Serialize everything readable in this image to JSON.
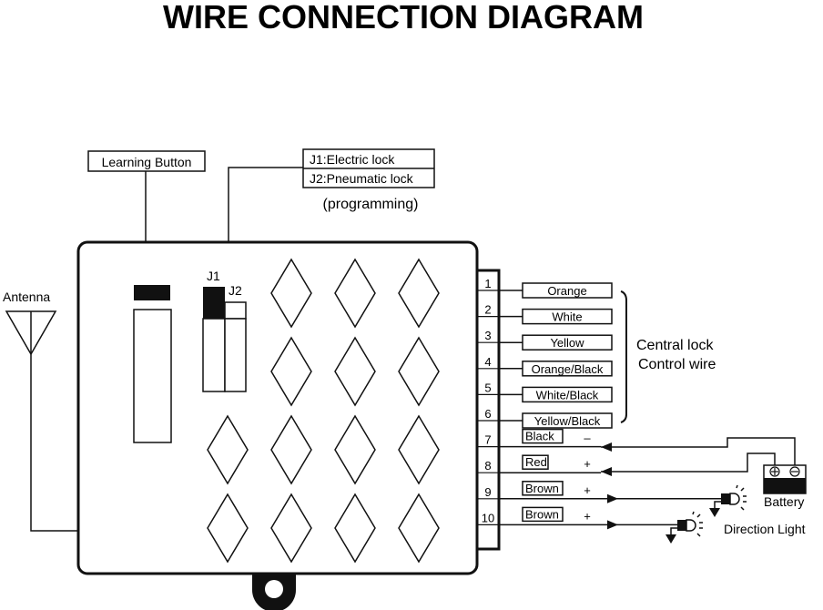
{
  "title": "WIRE CONNECTION DIAGRAM",
  "callouts": {
    "learning_button": "Learning Button",
    "jumper_line1": "J1:Electric lock",
    "jumper_line2": "J2:Pneumatic lock",
    "programming": "(programming)"
  },
  "module": {
    "jumper_labels": [
      "J1",
      "J2"
    ]
  },
  "antenna": {
    "label": "Antenna"
  },
  "central_lock_group": {
    "line1": "Central lock",
    "line2": "Control wire"
  },
  "wires": [
    {
      "pin": "1",
      "color": "Orange",
      "sign": ""
    },
    {
      "pin": "2",
      "color": "White",
      "sign": ""
    },
    {
      "pin": "3",
      "color": "Yellow",
      "sign": ""
    },
    {
      "pin": "4",
      "color": "Orange/Black",
      "sign": ""
    },
    {
      "pin": "5",
      "color": "White/Black",
      "sign": ""
    },
    {
      "pin": "6",
      "color": "Yellow/Black",
      "sign": ""
    },
    {
      "pin": "7",
      "color": "Black",
      "sign": "–"
    },
    {
      "pin": "8",
      "color": "Red",
      "sign": "+"
    },
    {
      "pin": "9",
      "color": "Brown",
      "sign": "+"
    },
    {
      "pin": "10",
      "color": "Brown",
      "sign": "+"
    }
  ],
  "battery": {
    "label": "Battery",
    "plus": "⊕",
    "minus": "⊖"
  },
  "direction_light": {
    "label": "Direction Light"
  }
}
